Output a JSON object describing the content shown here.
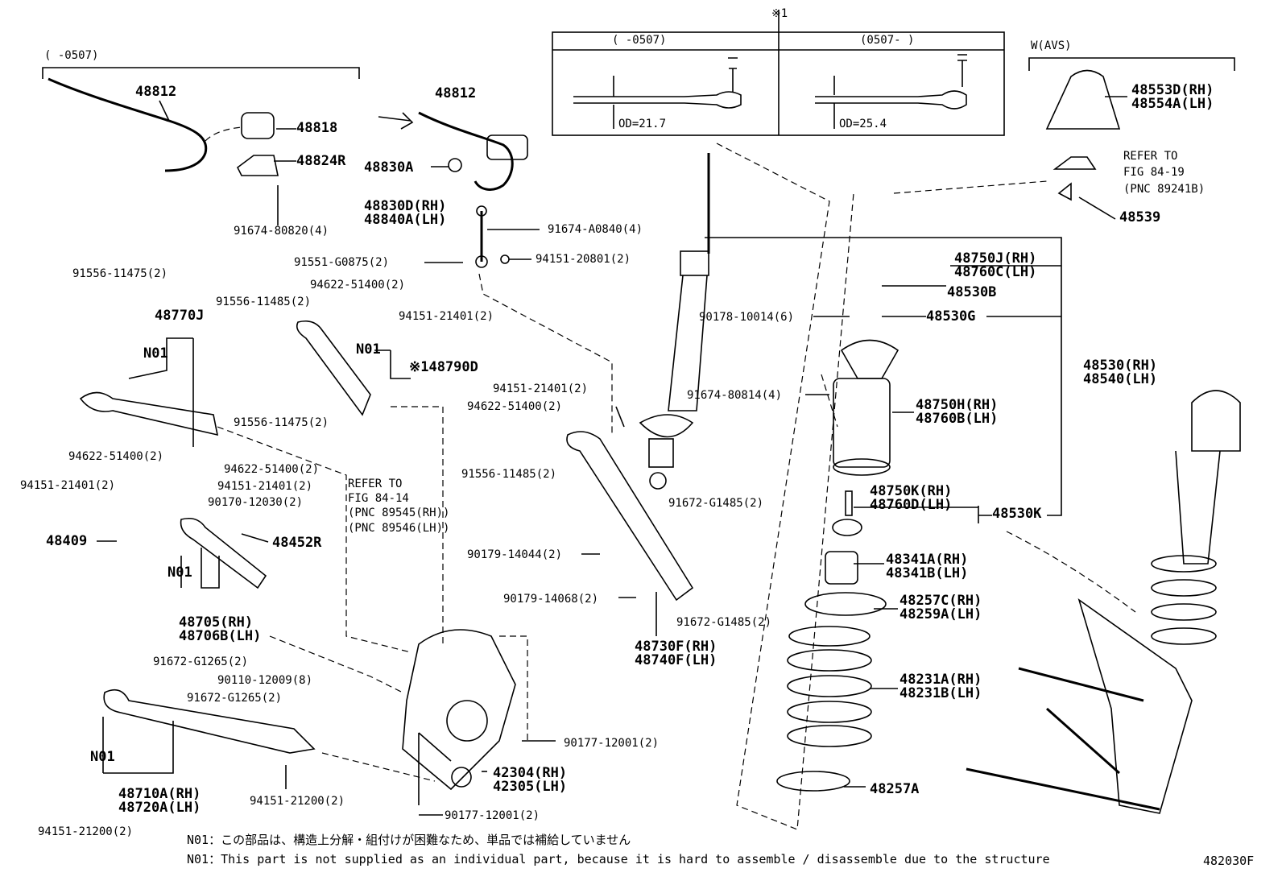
{
  "header": {
    "range_left": "(     -0507)",
    "ref_mark": "※1",
    "inset_left_range": "(     -0507)",
    "inset_right_range": "(0507-      )",
    "od_left": "OD=21.7",
    "od_right": "OD=25.4",
    "avs": "W(AVS)"
  },
  "parts": {
    "p48812a": "48812",
    "p48812b": "48812",
    "p48818": "48818",
    "p48824r": "48824R",
    "p48830a": "48830A",
    "p91674_80820": "91674-80820(4)",
    "p48830d_rh": "48830D(RH)",
    "p48840a_lh": "48840A(LH)",
    "p91674_a0840": "91674-A0840(4)",
    "p91551_g0875": "91551-G0875(2)",
    "p94151_20801": "94151-20801(2)",
    "p91556_11475a": "91556-11475(2)",
    "p94622_51400a": "94622-51400(2)",
    "p91556_11485a": "91556-11485(2)",
    "p94151_21401a": "94151-21401(2)",
    "p48770j": "48770J",
    "n01a": "N01",
    "n01b": "N01",
    "p48790d": "※148790D",
    "p91556_11475b": "91556-11475(2)",
    "p94622_51400b": "94622-51400(2)",
    "p94151_21401b": "94151-21401(2)",
    "p94622_51400c": "94622-51400(2)",
    "p94151_21401c": "94151-21401(2)",
    "p90170_12030": "90170-12030(2)",
    "p48409": "48409",
    "p48452r": "48452R",
    "n01c": "N01",
    "p48705_rh": "48705(RH)",
    "p48706b_lh": "48706B(LH)",
    "ref_fig_a1": "REFER TO",
    "ref_fig_a2": "FIG 84-14",
    "ref_fig_a3": "(PNC 89545(RH))",
    "ref_fig_a4": "(PNC 89546(LH))",
    "p94151_21401d": "94151-21401(2)",
    "p94622_51400d": "94622-51400(2)",
    "p91556_11485b": "91556-11485(2)",
    "p91672_g1485a": "91672-G1485(2)",
    "p90179_14044": "90179-14044(2)",
    "p90179_14068": "90179-14068(2)",
    "p91672_g1485b": "91672-G1485(2)",
    "p48730f_rh": "48730F(RH)",
    "p48740f_lh": "48740F(LH)",
    "p91674_80814": "91674-80814(4)",
    "p90178_10014": "90178-10014(6)",
    "p91672_g1265a": "91672-G1265(2)",
    "p90110_12009": "90110-12009(8)",
    "p91672_g1265b": "91672-G1265(2)",
    "n01d": "N01",
    "p48710a_rh": "48710A(RH)",
    "p48720a_lh": "48720A(LH)",
    "p94151_21200a": "94151-21200(2)",
    "p94151_21200b": "94151-21200(2)",
    "p90177_12001a": "90177-12001(2)",
    "p42304_rh": "42304(RH)",
    "p42305_lh": "42305(LH)",
    "p90177_12001b": "90177-12001(2)",
    "p48553d_rh": "48553D(RH)",
    "p48554a_lh": "48554A(LH)",
    "ref_fig_b1": "REFER TO",
    "ref_fig_b2": "FIG 84-19",
    "ref_fig_b3": "(PNC 89241B)",
    "p48539": "48539",
    "p48750j_rh": "48750J(RH)",
    "p48760c_lh": "48760C(LH)",
    "p48530b": "48530B",
    "p48530g": "48530G",
    "p48530_rh": "48530(RH)",
    "p48540_lh": "48540(LH)",
    "p48750h_rh": "48750H(RH)",
    "p48760b_lh": "48760B(LH)",
    "p48750k_rh": "48750K(RH)",
    "p48760d_lh": "48760D(LH)",
    "p48530k": "48530K",
    "p48341a_rh": "48341A(RH)",
    "p48341b_lh": "48341B(LH)",
    "p48257c_rh": "48257C(RH)",
    "p48259a_lh": "48259A(LH)",
    "p48231a_rh": "48231A(RH)",
    "p48231b_lh": "48231B(LH)",
    "p48257a": "48257A"
  },
  "notes": {
    "jp": "N01：この部品は、構造上分解・組付けが困難なため、単品では補給していません",
    "en": "N01：This part is not supplied as an individual part, because it is hard to assemble / disassemble due to the structure",
    "figure_code": "482030F"
  }
}
